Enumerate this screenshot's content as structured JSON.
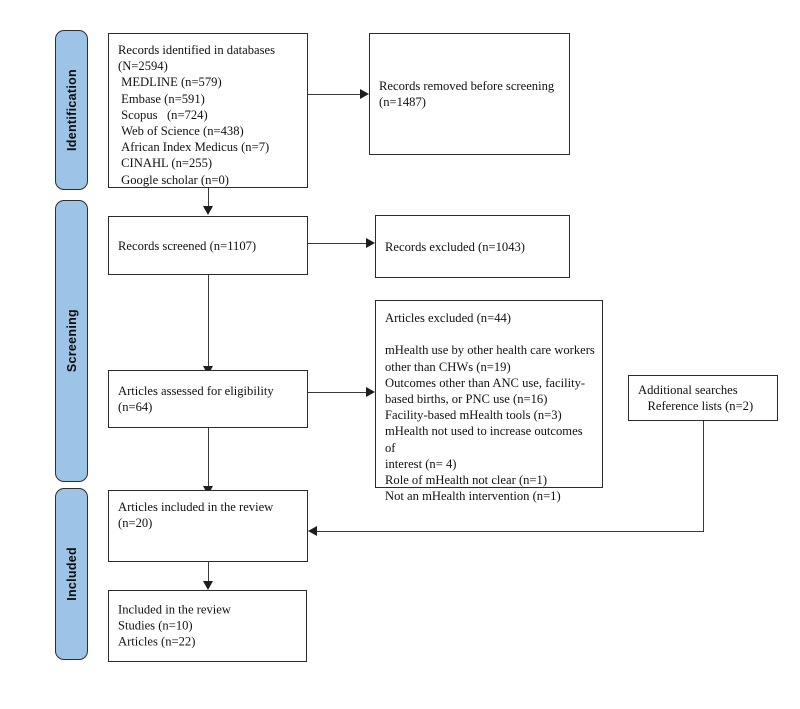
{
  "diagram": {
    "type": "prisma-flow-diagram",
    "title": "PRISMA flow diagram",
    "accent_color": "#9DC3E6",
    "border_color": "#2b2b2b",
    "background_color": "#ffffff"
  },
  "stages": [
    {
      "id": "identification",
      "label": "Identification"
    },
    {
      "id": "screening",
      "label": "Screening"
    },
    {
      "id": "included",
      "label": "Included"
    }
  ],
  "boxes": {
    "records_identified": {
      "text": "Records identified in databases\n(N=2594)\n MEDLINE (n=579)\n Embase (n=591)\n Scopus   (n=724)\n Web of Science (n=438)\n African Index Medicus (n=7)\n CINAHL (n=255)\n Google scholar (n=0)"
    },
    "records_removed": {
      "text": "Records removed before screening\n(n=1487)"
    },
    "records_screened": {
      "text": "Records screened (n=1107)"
    },
    "records_excluded": {
      "text": "Records excluded (n=1043)"
    },
    "articles_assessed": {
      "text": "Articles assessed for eligibility\n(n=64)"
    },
    "articles_excluded": {
      "text": "Articles excluded (n=44)\n\nmHealth use by other health care workers\nother than CHWs (n=19)\nOutcomes other than ANC use, facility-\nbased births, or PNC use (n=16)\nFacility-based mHealth tools (n=3)\nmHealth not used to increase outcomes of\ninterest (n= 4)\nRole of mHealth not clear (n=1)\nNot an mHealth intervention (n=1)"
    },
    "additional_searches": {
      "text": "Additional searches\n   Reference lists (n=2)"
    },
    "articles_included": {
      "text": "Articles included in the review\n(n=20)"
    },
    "included_in_review": {
      "text": "Included in the review\nStudies (n=10)\nArticles (n=22)"
    }
  },
  "chart_data": {
    "type": "diagram",
    "title": "PRISMA flow diagram",
    "nodes": [
      {
        "id": "records_identified",
        "stage": "Identification",
        "label": "Records identified in databases",
        "count": 2594,
        "sources": [
          {
            "name": "MEDLINE",
            "n": 579
          },
          {
            "name": "Embase",
            "n": 591
          },
          {
            "name": "Scopus",
            "n": 724
          },
          {
            "name": "Web of Science",
            "n": 438
          },
          {
            "name": "African Index Medicus",
            "n": 7
          },
          {
            "name": "CINAHL",
            "n": 255
          },
          {
            "name": "Google scholar",
            "n": 0
          }
        ]
      },
      {
        "id": "records_removed",
        "stage": "Identification",
        "label": "Records removed before screening",
        "count": 1487
      },
      {
        "id": "records_screened",
        "stage": "Screening",
        "label": "Records screened",
        "count": 1107
      },
      {
        "id": "records_excluded",
        "stage": "Screening",
        "label": "Records excluded",
        "count": 1043
      },
      {
        "id": "articles_assessed",
        "stage": "Screening",
        "label": "Articles assessed for eligibility",
        "count": 64
      },
      {
        "id": "articles_excluded",
        "stage": "Screening",
        "label": "Articles excluded",
        "count": 44,
        "reasons": [
          {
            "reason": "mHealth use by other health care workers other than CHWs",
            "n": 19
          },
          {
            "reason": "Outcomes other than ANC use, facility-based births, or PNC use",
            "n": 16
          },
          {
            "reason": "Facility-based mHealth tools",
            "n": 3
          },
          {
            "reason": "mHealth not used to increase outcomes of interest",
            "n": 4
          },
          {
            "reason": "Role of mHealth not clear",
            "n": 1
          },
          {
            "reason": "Not an mHealth intervention",
            "n": 1
          }
        ]
      },
      {
        "id": "additional_searches",
        "stage": "Screening",
        "label": "Additional searches — Reference lists",
        "count": 2
      },
      {
        "id": "articles_included",
        "stage": "Included",
        "label": "Articles included in the review",
        "count": 20
      },
      {
        "id": "included_in_review",
        "stage": "Included",
        "label": "Included in the review",
        "studies": 10,
        "articles": 22
      }
    ],
    "edges": [
      {
        "from": "records_identified",
        "to": "records_removed",
        "direction": "right"
      },
      {
        "from": "records_identified",
        "to": "records_screened",
        "direction": "down"
      },
      {
        "from": "records_screened",
        "to": "records_excluded",
        "direction": "right"
      },
      {
        "from": "records_screened",
        "to": "articles_assessed",
        "direction": "down"
      },
      {
        "from": "articles_assessed",
        "to": "articles_excluded",
        "direction": "right"
      },
      {
        "from": "articles_assessed",
        "to": "articles_included",
        "direction": "down"
      },
      {
        "from": "additional_searches",
        "to": "articles_included",
        "direction": "elbow-left"
      },
      {
        "from": "articles_included",
        "to": "included_in_review",
        "direction": "down"
      }
    ]
  }
}
